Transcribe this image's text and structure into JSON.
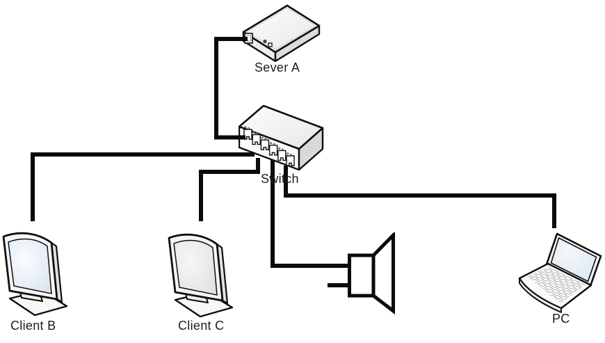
{
  "diagram": {
    "type": "network-topology",
    "nodes": {
      "server": {
        "label": "Sever A",
        "device": "server"
      },
      "switch": {
        "label": "Switch",
        "device": "switch",
        "ports": 6
      },
      "client_b": {
        "label": "Client B",
        "device": "monitor"
      },
      "client_c": {
        "label": "Client C",
        "device": "monitor"
      },
      "speaker": {
        "label": "",
        "device": "speaker"
      },
      "pc": {
        "label": "PC",
        "device": "laptop"
      }
    },
    "edges": [
      {
        "from": "switch",
        "to": "server"
      },
      {
        "from": "switch",
        "to": "client_b"
      },
      {
        "from": "switch",
        "to": "client_c"
      },
      {
        "from": "switch",
        "to": "speaker"
      },
      {
        "from": "switch",
        "to": "pc"
      }
    ],
    "colors": {
      "background": "#ffffff",
      "cable": "#0a0a0a",
      "outline": "#0f0f0f",
      "screen_blue": "#d7e2ef",
      "screen_gray": "#e0e0e0"
    }
  }
}
